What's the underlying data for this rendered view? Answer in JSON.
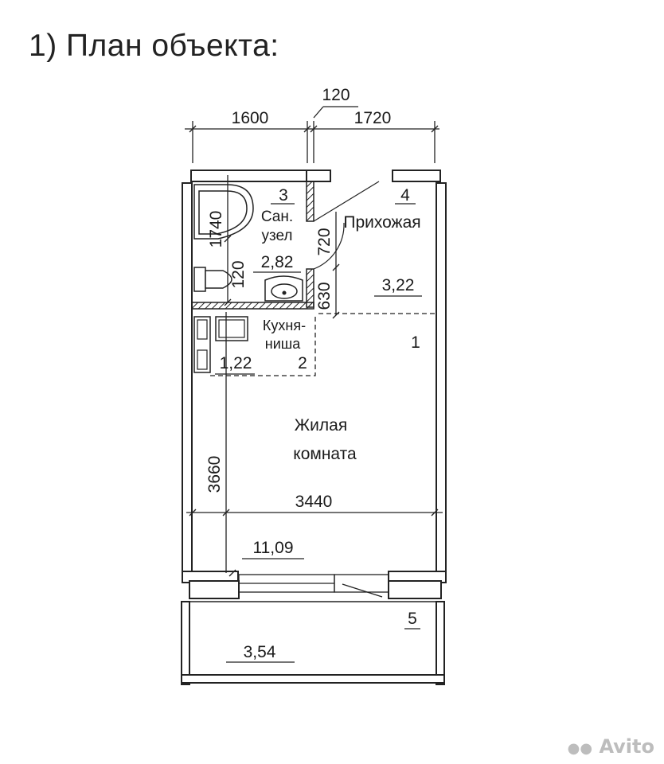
{
  "title": "1) План объекта:",
  "dimensions": {
    "wall_thickness": "120",
    "width_left": "1600",
    "width_right": "1720",
    "bath_depth": "1740",
    "bath_wall": "120",
    "hall_depth": "720",
    "kitchen_offset": "630",
    "room_depth": "3660",
    "room_width": "3440"
  },
  "rooms": [
    {
      "number": "3",
      "name_line1": "Сан.",
      "name_line2": "узел",
      "area": "2,82"
    },
    {
      "number": "4",
      "name_line1": "Прихожая",
      "name_line2": "",
      "area": "3,22"
    },
    {
      "number": "2",
      "name_line1": "Кухня-",
      "name_line2": "ниша",
      "area": "1,22"
    },
    {
      "number": "1",
      "name_line1": "Жилая",
      "name_line2": "комната",
      "area": "11,09"
    },
    {
      "number": "5",
      "name_line1": "",
      "name_line2": "",
      "area": "3,54"
    }
  ],
  "watermark": "Avito"
}
